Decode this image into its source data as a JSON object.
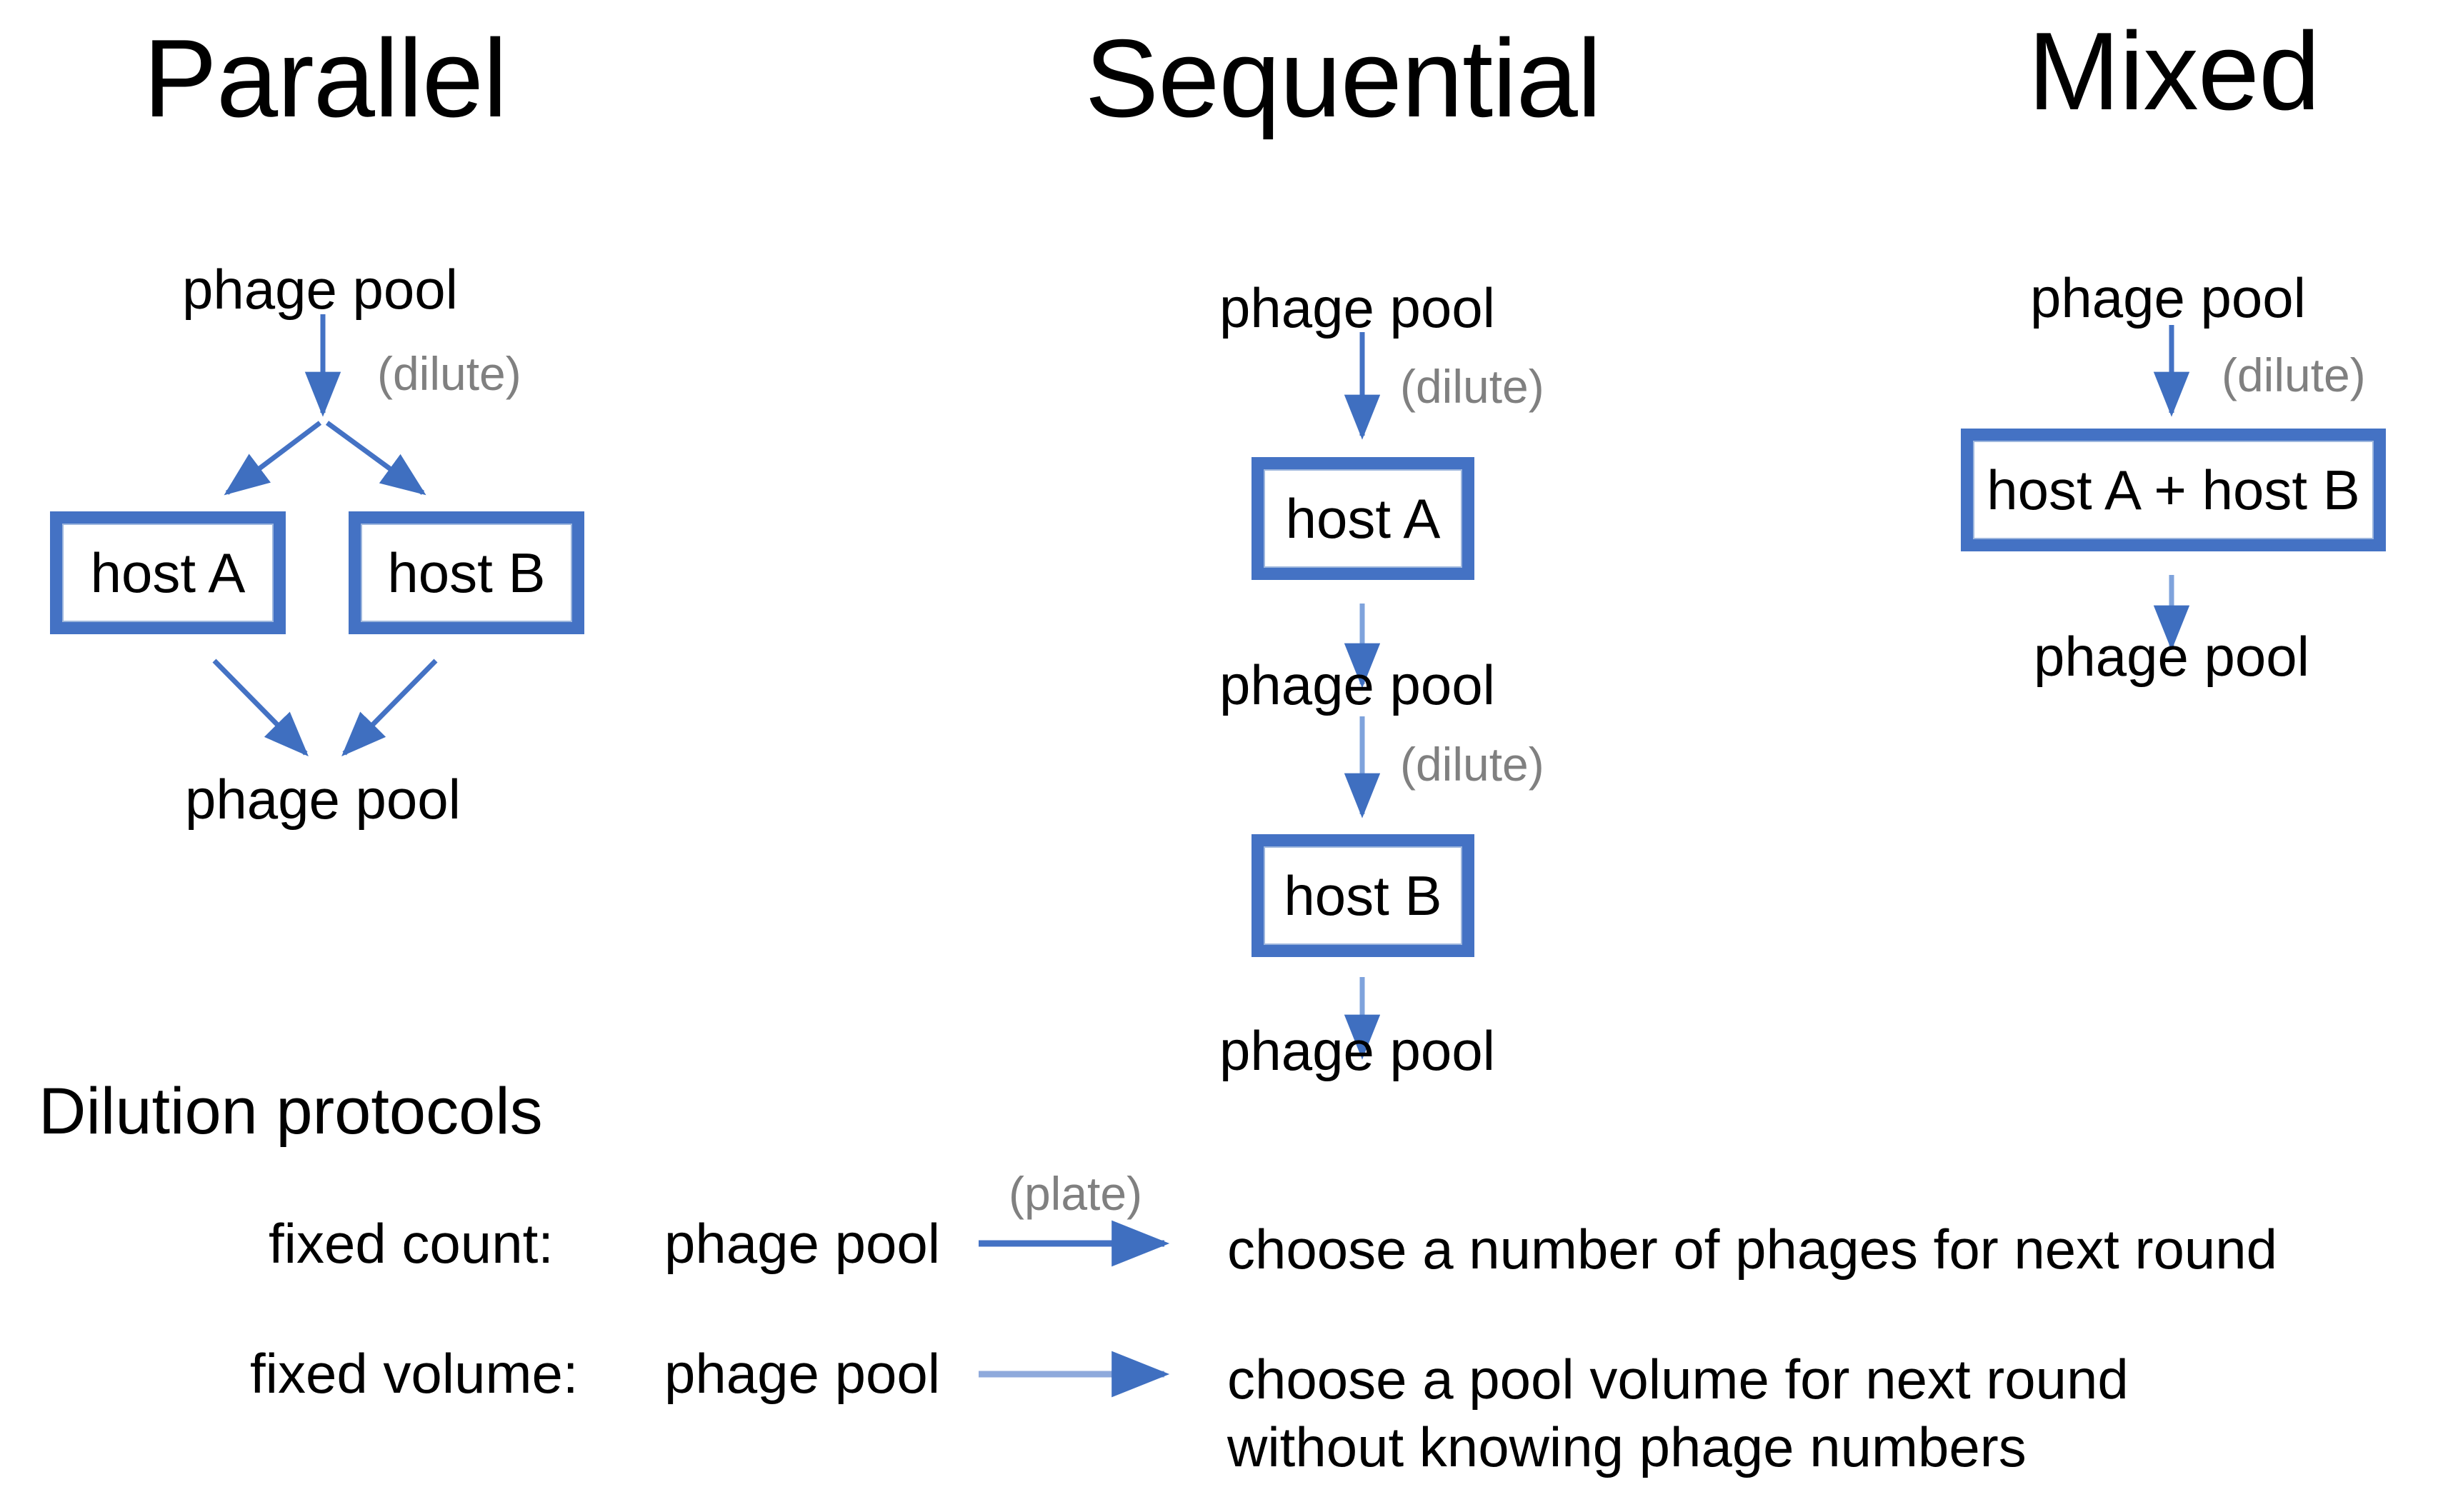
{
  "diagram": {
    "title_row": [
      {
        "label": "Parallel"
      },
      {
        "label": "Sequential"
      },
      {
        "label": "Mixed"
      }
    ],
    "columns": {
      "parallel": {
        "title": "Parallel",
        "source_pool": "phage pool",
        "dilute_label": "(dilute)",
        "host_a": "host A",
        "host_b": "host B",
        "output_pool": "phage pool"
      },
      "sequential": {
        "title": "Sequential",
        "source_pool": "phage pool",
        "dilute_label_1": "(dilute)",
        "host_a": "host A",
        "middle_pool": "phage pool",
        "dilute_label_2": "(dilute)",
        "host_b": "host B",
        "output_pool": "phage pool"
      },
      "mixed": {
        "title": "Mixed",
        "source_pool": "phage pool",
        "dilute_label": "(dilute)",
        "host_combined": "host A + host B",
        "output_pool": "phage pool"
      }
    },
    "protocols": {
      "heading": "Dilution protocols",
      "rows": [
        {
          "label": "fixed count:",
          "source": "phage pool",
          "arrow_label": "(plate)",
          "description": "choose a number of phages for next round"
        },
        {
          "label": "fixed volume:",
          "source": "phage pool",
          "arrow_label": "",
          "description": "choose a pool volume for next round\nwithout knowing phage numbers"
        }
      ]
    },
    "colors": {
      "box_fill": "#4472C4",
      "box_inner": "#FFFFFF",
      "arrow_dark": "#4472C4",
      "arrow_light": "#8FAADC",
      "text": "#000000",
      "muted_text": "#808080",
      "background": "#FFFFFF"
    }
  }
}
